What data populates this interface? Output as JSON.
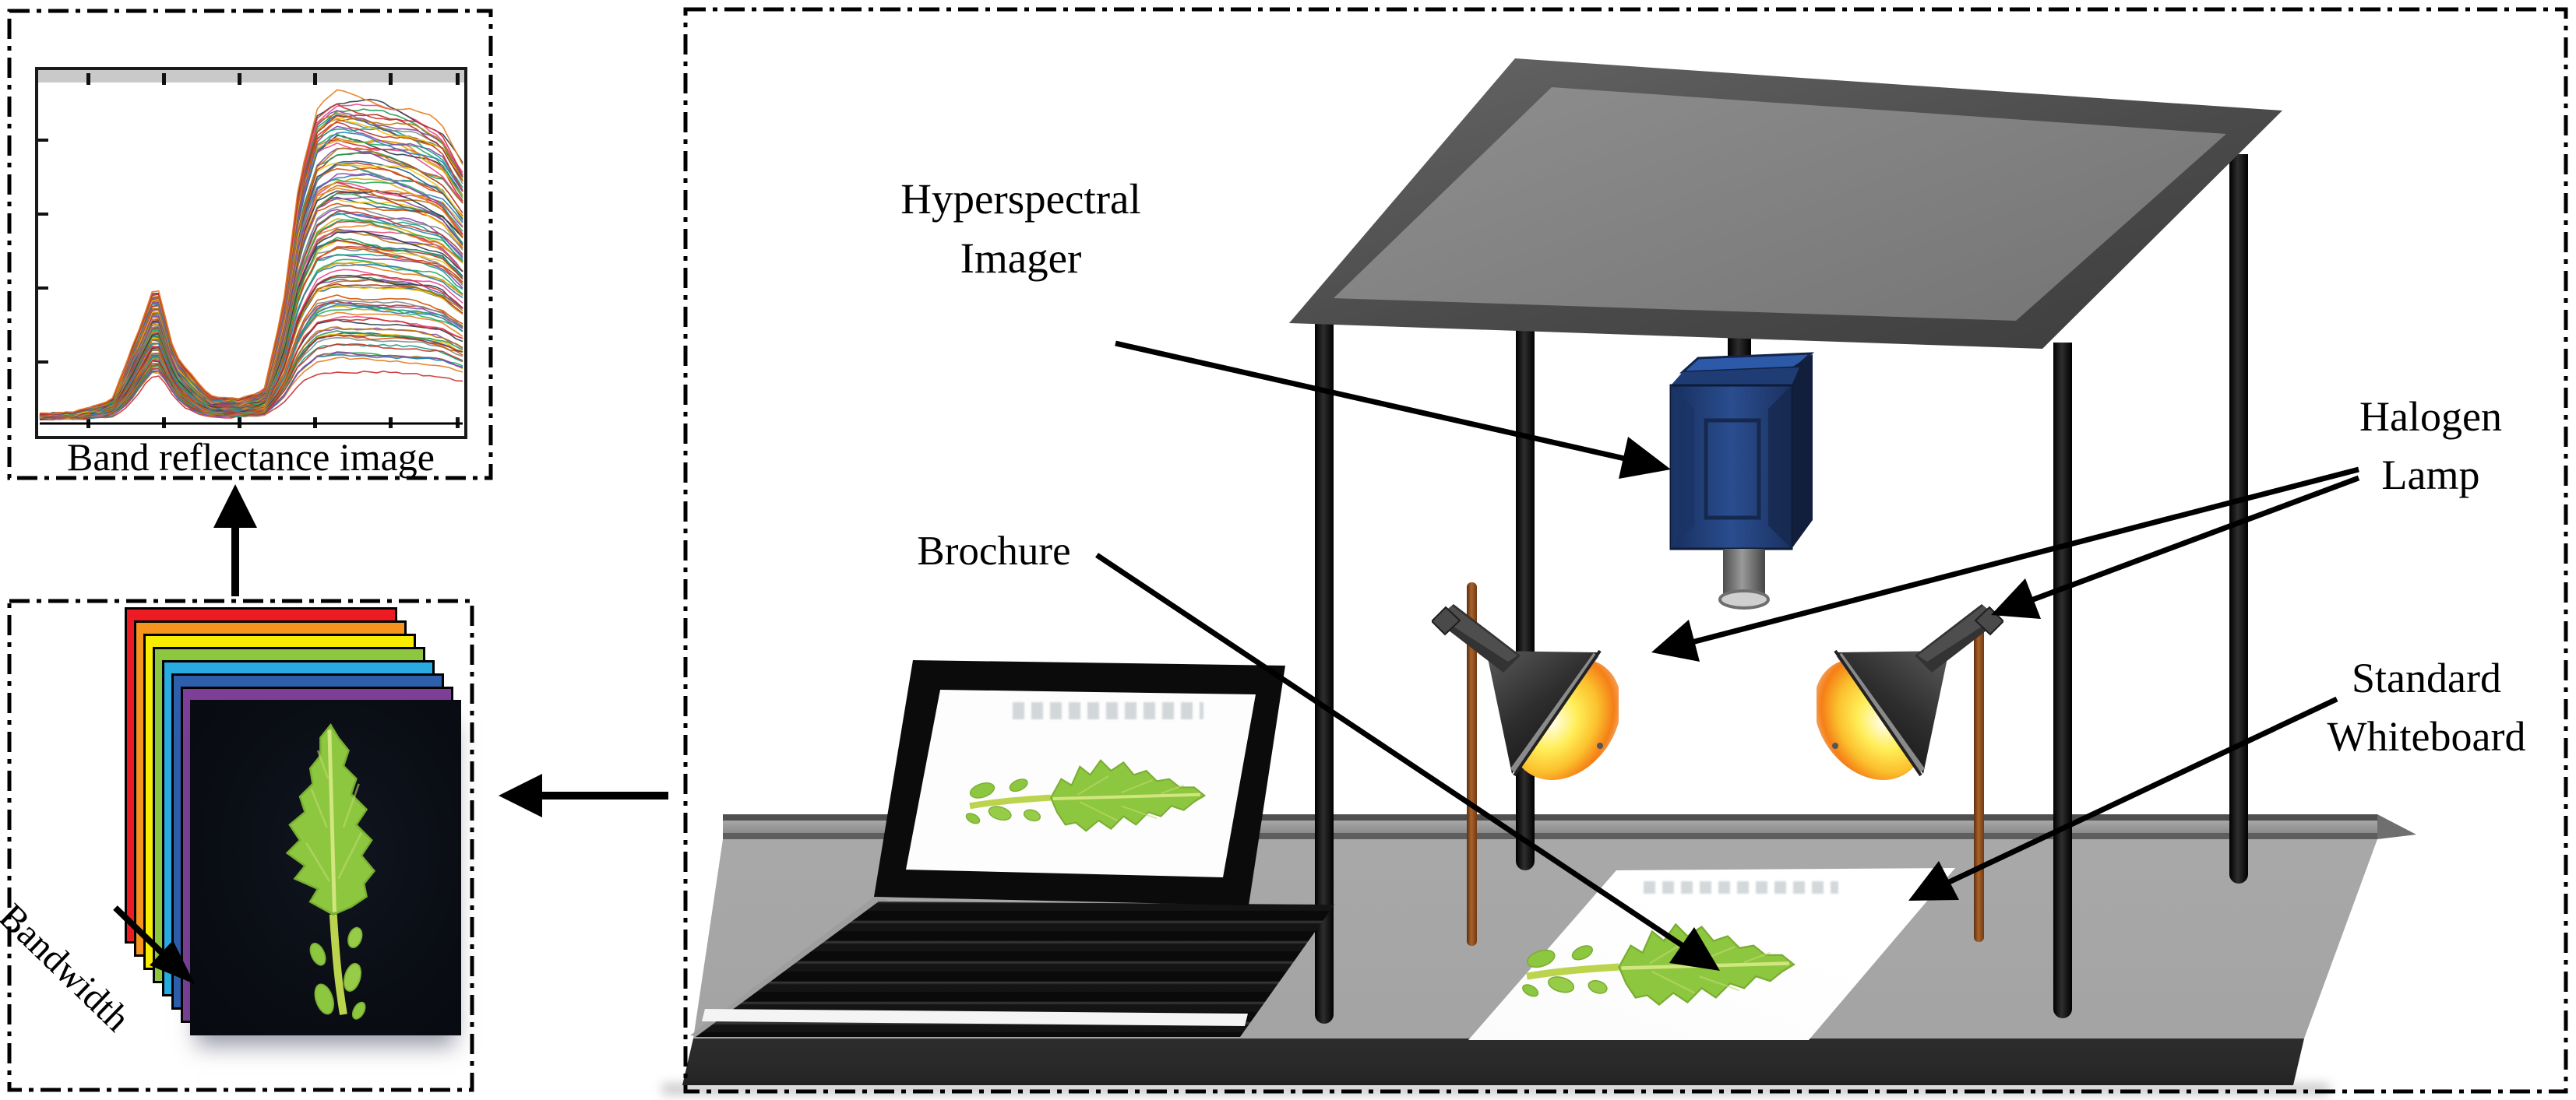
{
  "left_panel": {
    "reflectance_box": {
      "caption": "Band reflectance image"
    },
    "band_stack_box": {
      "bandwidth_label": "Bandwidth",
      "band_colors": [
        "#ed1c24",
        "#f7941d",
        "#f8ed00",
        "#8dc63f",
        "#29abe2",
        "#2e5fac",
        "#7e3f98"
      ],
      "band_image_background": "#0a0d14",
      "leaf_color": "#8dc63f"
    },
    "icons": [
      {
        "name": "up-arrow",
        "meaning": "band images feed the reflectance plot"
      },
      {
        "name": "left-arrow",
        "meaning": "acquisition rig produces band images"
      },
      {
        "name": "bandwidth-arrow",
        "meaning": "direction of increasing bandwidth through stack"
      }
    ]
  },
  "chart_data": {
    "type": "line",
    "title": "Band reflectance image",
    "xlabel": "",
    "ylabel": "",
    "axis_tick_labels": "none (unlabeled tick marks only)",
    "legend": "none",
    "n_curves": 110,
    "description": "Family of vegetation spectral reflectance curves: low reflectance at short wavelengths, small green peak ~27% of axis, chlorophyll absorption dip ~45%, sharp red-edge rise ~60-70%, broad high NIR plateau that fans out across curves then declines slightly at the right edge.",
    "shape_x_norm": [
      0,
      0.08,
      0.17,
      0.24,
      0.275,
      0.32,
      0.4,
      0.47,
      0.53,
      0.575,
      0.615,
      0.655,
      0.7,
      0.78,
      0.88,
      0.95,
      1.0
    ],
    "shape_y_norm": [
      0.02,
      0.025,
      0.06,
      0.3,
      0.43,
      0.2,
      0.075,
      0.065,
      0.09,
      0.35,
      0.75,
      0.95,
      1.0,
      0.985,
      0.95,
      0.9,
      0.79
    ],
    "amplitude_range_norm": [
      0.17,
      1.0
    ],
    "green_peak_boost_low_curves": 0.09,
    "palette": [
      "#cc3333",
      "#e67e22",
      "#d4ac0d",
      "#27ae60",
      "#2980b9",
      "#8e44ad",
      "#16a085",
      "#c0392b",
      "#7f8c8d",
      "#d35400",
      "#1f618d",
      "#f1c40f",
      "#a93226",
      "#239b56",
      "#884ea0",
      "#b9770e",
      "#e74c8b",
      "#2c3e50"
    ]
  },
  "right_panel": {
    "labels": {
      "hyperspectral_line1": "Hyperspectral",
      "hyperspectral_line2": "Imager",
      "brochure": "Brochure",
      "halogen_line1": "Halogen",
      "halogen_line2": "Lamp",
      "whiteboard_line1": "Standard",
      "whiteboard_line2": "Whiteboard"
    },
    "equipment_colors": {
      "camera_blue": "#24447f",
      "lamp_glow_yellow": "#ffd54f",
      "lamp_body": "#3a3a3a",
      "lamp_stand_brown": "#a9632b",
      "frame_black": "#0a0a0a",
      "roof_gray": "#6f6f6f",
      "table_gray": "#aeaeae"
    }
  }
}
